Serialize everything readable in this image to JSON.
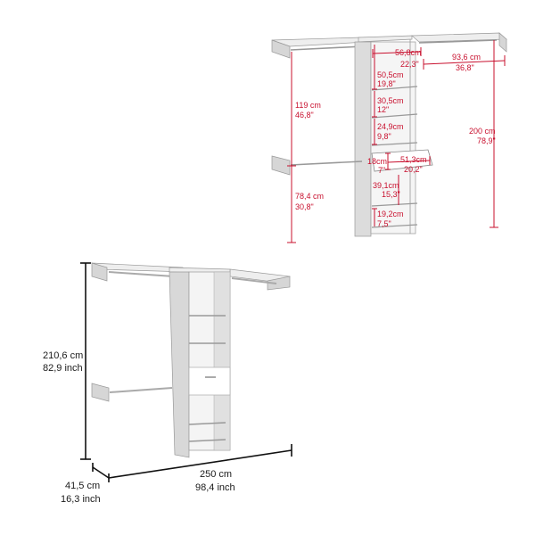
{
  "colors": {
    "dimension_red": "#c8102e",
    "dimension_black": "#111111",
    "panel_face": "#e8e8e8",
    "panel_side": "#cfcfcf",
    "panel_edge": "#9a9a9a",
    "drawer_face": "#ffffff"
  },
  "detail_view": {
    "top_depth": {
      "cm": "56,8cm",
      "in": "22,3\""
    },
    "right_rod_width": {
      "cm": "93,6 cm",
      "in": "36,8\""
    },
    "left_upper_height": {
      "cm": "119 cm",
      "in": "46,8\""
    },
    "left_lower_height": {
      "cm": "78,4 cm",
      "in": "30,8\""
    },
    "right_total_height": {
      "cm": "200 cm",
      "in": "78,9\""
    },
    "shelf_1_gap": {
      "cm": "50,5cm",
      "in": "19,8\""
    },
    "shelf_2_gap": {
      "cm": "30,5cm",
      "in": "12\""
    },
    "shelf_3_gap": {
      "cm": "24,9cm",
      "in": "9,8\""
    },
    "drawer_height": {
      "cm": "18cm",
      "in": "7\""
    },
    "drawer_width": {
      "cm": "51,3cm",
      "in": "20,2\""
    },
    "shelf_4_gap": {
      "cm": "39,1cm",
      "in": "15,3\""
    },
    "shelf_5_gap": {
      "cm": "19,2cm",
      "in": "7,5\""
    }
  },
  "overall_view": {
    "height": {
      "cm": "210,6 cm",
      "in": "82,9 inch"
    },
    "width": {
      "cm": "250 cm",
      "in": "98,4 inch"
    },
    "depth": {
      "cm": "41,5 cm",
      "in": "16,3 inch"
    }
  }
}
